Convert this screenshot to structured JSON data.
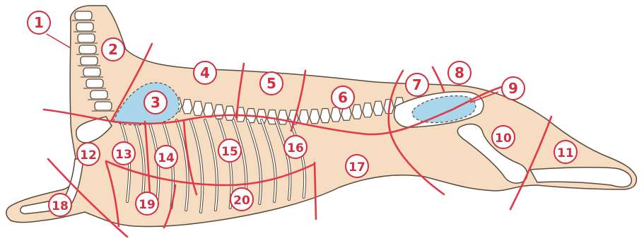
{
  "colors": {
    "body_fill": "#f6dcc0",
    "outline": "#5a4a3c",
    "bone_fill": "#ffffff",
    "cut_line": "#e03a49",
    "tenderloin_fill": "#a9d6ea",
    "label_stroke": "#d32f3f",
    "label_text": "#d32f3f",
    "label_fill": "#ffffff"
  },
  "diagram": {
    "labels": [
      {
        "id": "cut-1",
        "text": "1"
      },
      {
        "id": "cut-2",
        "text": "2"
      },
      {
        "id": "cut-3",
        "text": "3"
      },
      {
        "id": "cut-4",
        "text": "4"
      },
      {
        "id": "cut-5",
        "text": "5"
      },
      {
        "id": "cut-6",
        "text": "6"
      },
      {
        "id": "cut-7",
        "text": "7"
      },
      {
        "id": "cut-8",
        "text": "8"
      },
      {
        "id": "cut-9",
        "text": "9"
      },
      {
        "id": "cut-10",
        "text": "10"
      },
      {
        "id": "cut-11",
        "text": "11"
      },
      {
        "id": "cut-12",
        "text": "12"
      },
      {
        "id": "cut-13",
        "text": "13"
      },
      {
        "id": "cut-14",
        "text": "14"
      },
      {
        "id": "cut-15",
        "text": "15"
      },
      {
        "id": "cut-16",
        "text": "16"
      },
      {
        "id": "cut-17",
        "text": "17"
      },
      {
        "id": "cut-18",
        "text": "18"
      },
      {
        "id": "cut-19",
        "text": "19"
      },
      {
        "id": "cut-20",
        "text": "20"
      }
    ]
  }
}
